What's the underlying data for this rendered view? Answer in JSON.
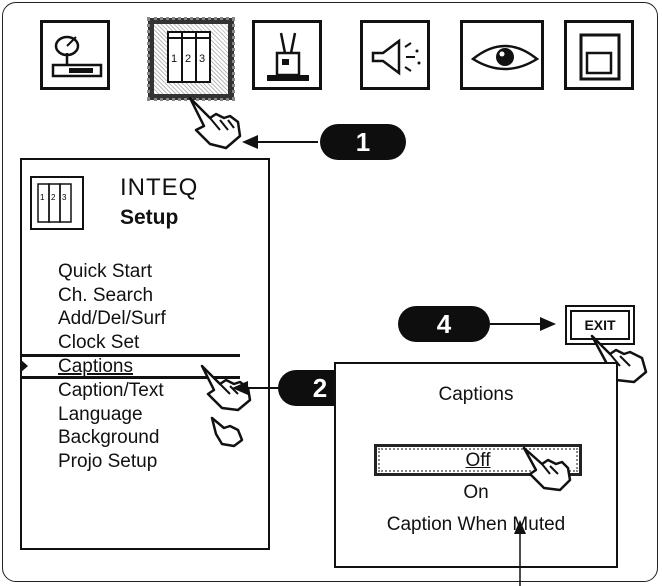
{
  "toolbar": {
    "tiles": [
      {
        "icon": "satellite-dish-icon"
      },
      {
        "icon": "setup-binders-icon",
        "selected": true,
        "labels": [
          "1",
          "2",
          "3"
        ]
      },
      {
        "icon": "rabbit-ears-antenna-icon"
      },
      {
        "icon": "speaker-icon"
      },
      {
        "icon": "eye-icon"
      },
      {
        "icon": "exit-door-icon"
      }
    ]
  },
  "steps": {
    "one": "1",
    "two": "2",
    "four": "4"
  },
  "menu": {
    "brand": "INTEQ",
    "title": "Setup",
    "icon_labels": [
      "1",
      "2",
      "3"
    ],
    "items": [
      "Quick Start",
      "Ch. Search",
      "Add/Del/Surf",
      "Clock Set",
      "Captions",
      "Caption/Text",
      "Language",
      "Background",
      "Projo Setup"
    ],
    "selected_index": 4
  },
  "captions_panel": {
    "title": "Captions",
    "options": [
      "Off",
      "On",
      "Caption When Muted"
    ],
    "selected": "Off"
  },
  "exit_button": {
    "label": "EXIT"
  }
}
